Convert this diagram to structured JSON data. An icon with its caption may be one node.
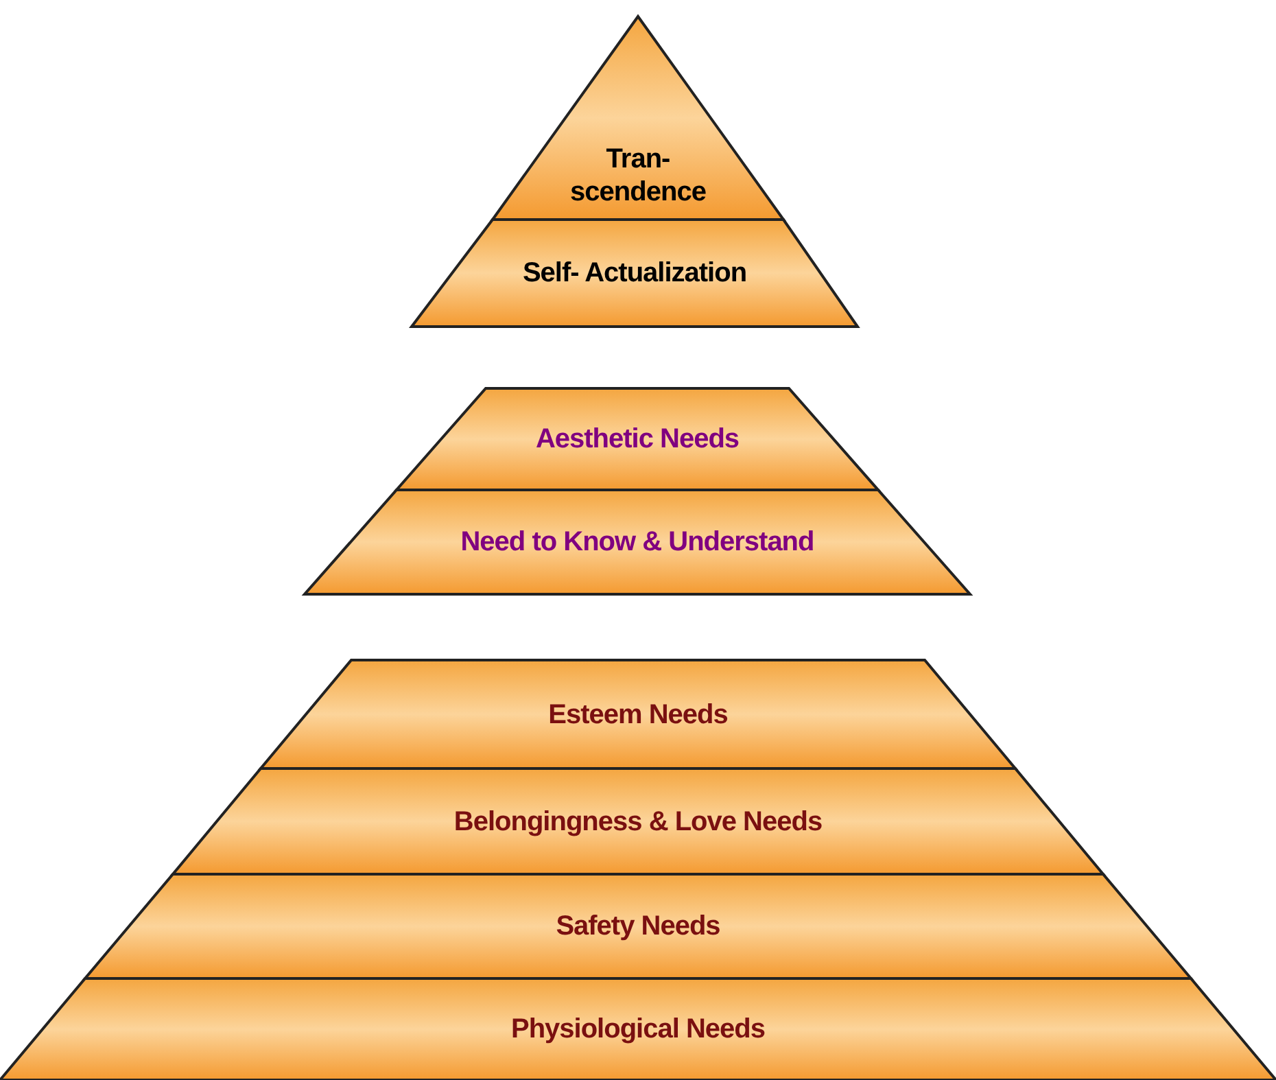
{
  "diagram": {
    "nodes": [
      {
        "text": [
          "Tran- scendence"
        ]
      },
      {
        "text": [
          "Self- Actualization"
        ]
      },
      {
        "text": [
          "Aesthetic Needs"
        ]
      },
      {
        "text": [
          "Need to Know & Understand"
        ]
      },
      {
        "text": [
          "Esteem Needs"
        ]
      },
      {
        "text": [
          "Belongingness & Love Needs"
        ]
      },
      {
        "text": [
          "Safety Needs"
        ]
      },
      {
        "text": [
          "Physiological Needs"
        ]
      }
    ]
  }
}
